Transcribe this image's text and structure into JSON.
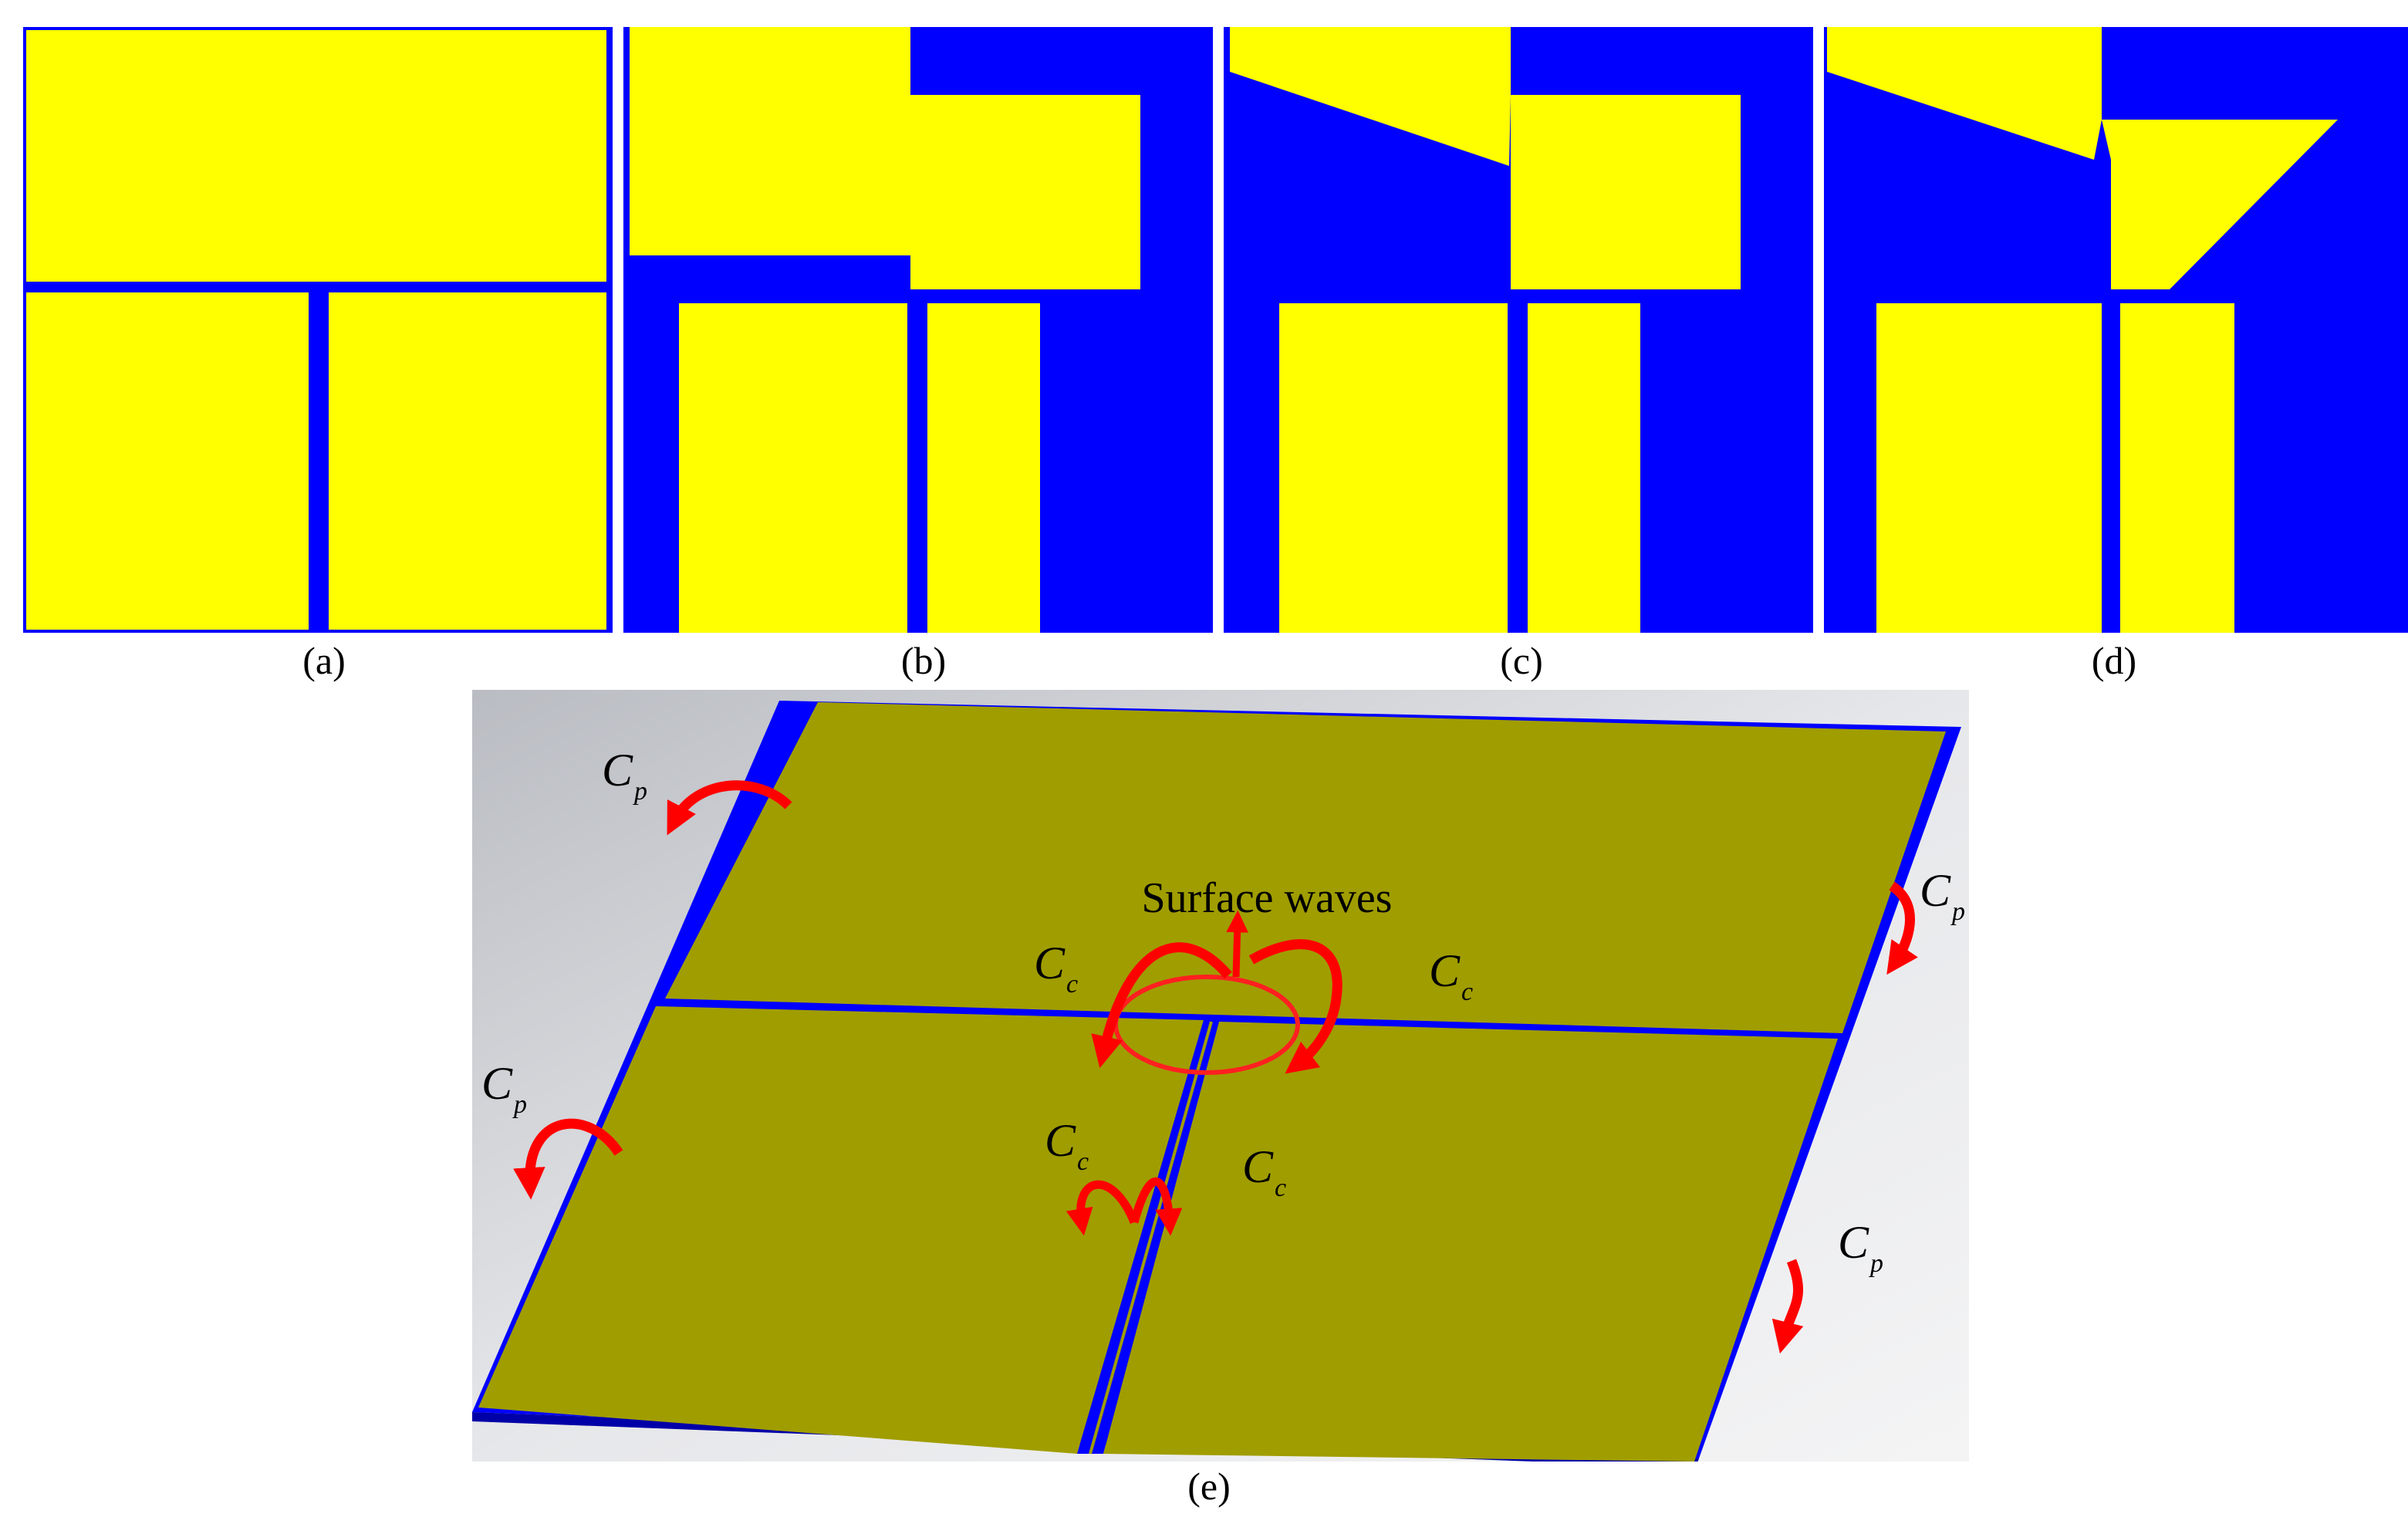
{
  "panels": {
    "a": {
      "caption": "(a)"
    },
    "b": {
      "caption": "(b)"
    },
    "c": {
      "caption": "(c)"
    },
    "d": {
      "caption": "(d)"
    },
    "e": {
      "caption": "(e)"
    }
  },
  "labels": {
    "surface_waves": "Surface waves",
    "cp_symbol": "C",
    "cp_subscript": "p",
    "cc_symbol": "C",
    "cc_subscript": "c"
  },
  "colors": {
    "patch_yellow": "#ffff00",
    "substrate_blue": "#0000ff",
    "patch_3d_olive": "#a09d00",
    "annotation_red": "#ff0000",
    "background_gray": "#d9d9d9"
  }
}
